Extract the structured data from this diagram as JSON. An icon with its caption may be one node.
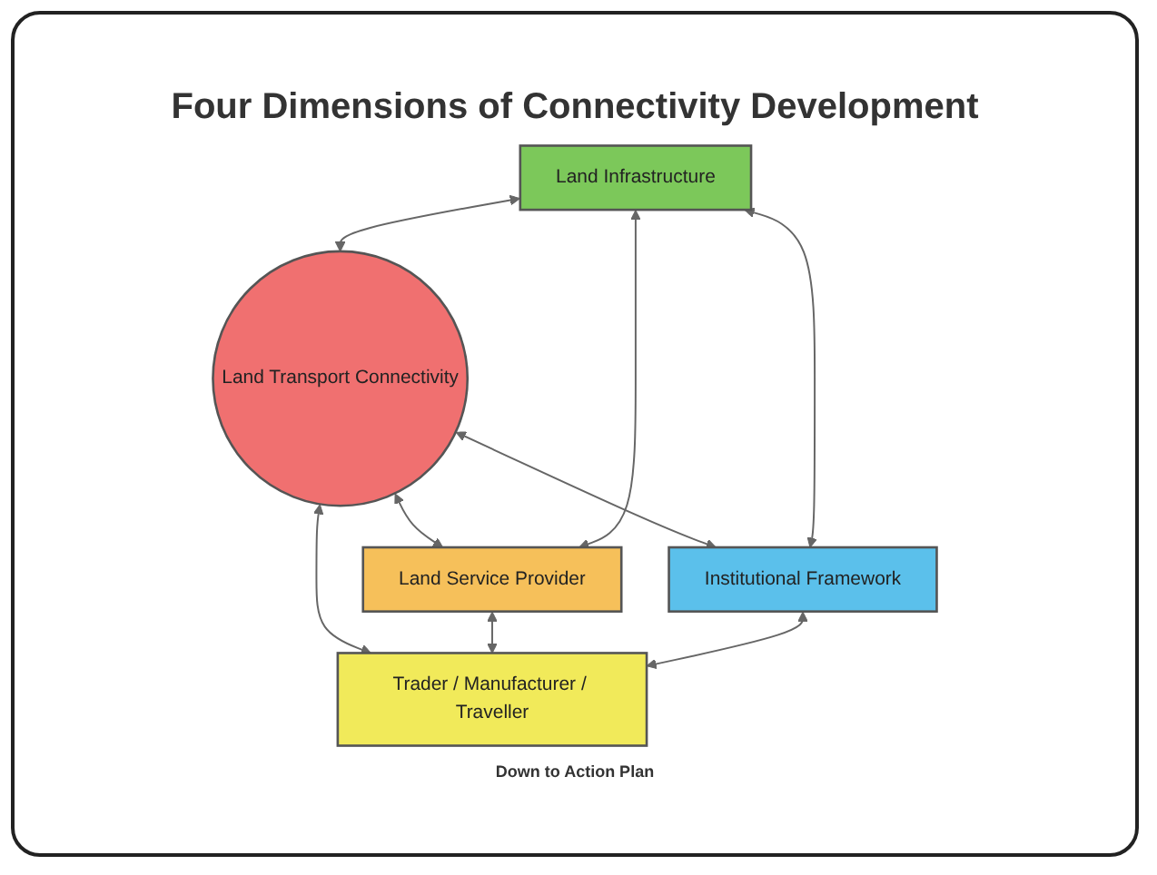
{
  "diagram": {
    "title": "Four Dimensions of Connectivity Development",
    "nodes": [
      {
        "text": [
          "Land Infrastructure"
        ]
      },
      {
        "text": [
          "Land Service Provider"
        ]
      },
      {
        "text": [
          "Land Transport Connectivity"
        ]
      },
      {
        "text": [
          "Institutional Framework"
        ]
      },
      {
        "text": [
          "Trader / Manufacturer / Traveller"
        ]
      }
    ],
    "edges": [
      {
        "from": 0,
        "to": 2,
        "arrow": "both"
      },
      {
        "from": 2,
        "to": 1,
        "arrow": "both"
      },
      {
        "from": 2,
        "to": 3,
        "arrow": "both"
      },
      {
        "from": 2,
        "to": 4,
        "arrow": "both"
      },
      {
        "from": 0,
        "to": 1,
        "arrow": "both"
      },
      {
        "from": 0,
        "to": 3,
        "arrow": "both"
      },
      {
        "from": 1,
        "to": 4,
        "arrow": "both"
      },
      {
        "from": 3,
        "to": 4,
        "arrow": "both"
      }
    ],
    "labels": [
      "Down to Action Plan"
    ]
  }
}
